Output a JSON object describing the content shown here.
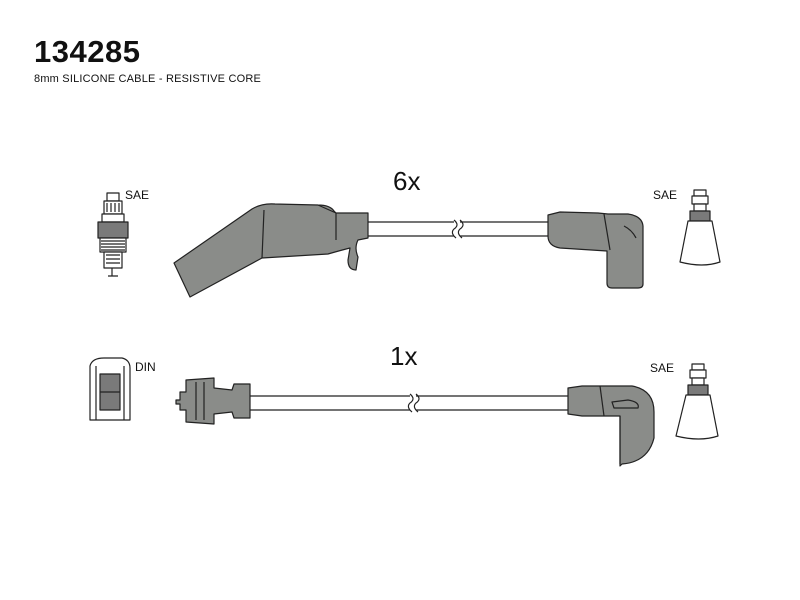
{
  "header": {
    "part_number": "134285",
    "description": "8mm SILICONE CABLE - RESISTIVE CORE"
  },
  "cable_sets": [
    {
      "quantity": "6x",
      "left_terminal_standard": "SAE",
      "right_terminal_standard": "SAE"
    },
    {
      "quantity": "1x",
      "left_terminal_standard": "DIN",
      "right_terminal_standard": "SAE"
    }
  ],
  "colors": {
    "boot_fill": "#8a8c89",
    "line": "#222222",
    "terminal_fill": "#ffffff"
  }
}
